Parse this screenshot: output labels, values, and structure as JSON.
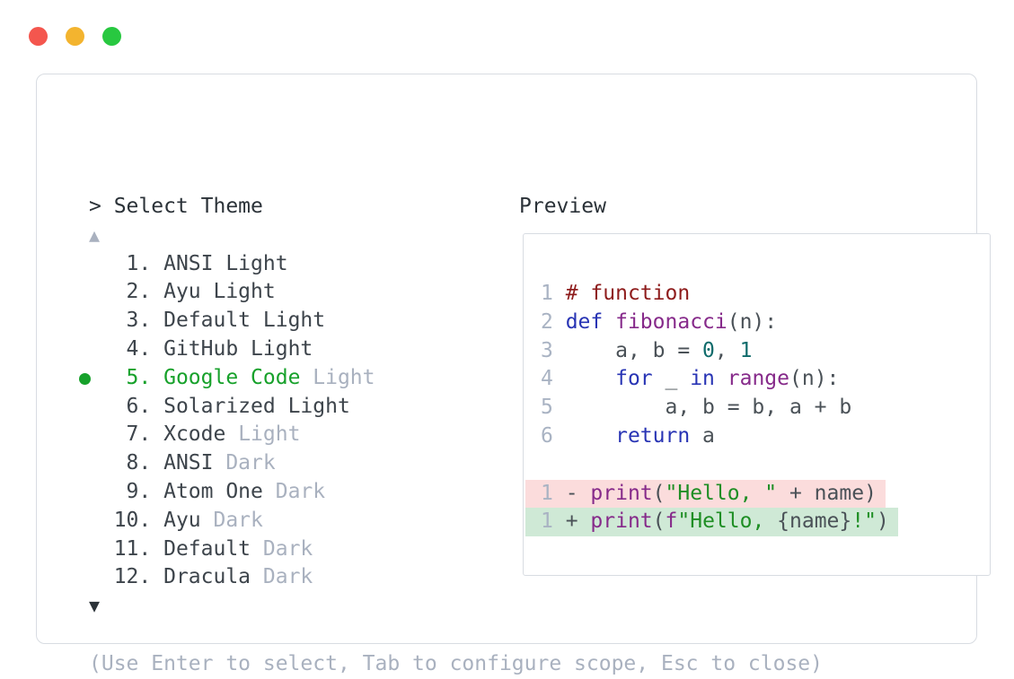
{
  "window": {
    "controls": [
      {
        "name": "close",
        "color_key": "traffic_red"
      },
      {
        "name": "minimize",
        "color_key": "traffic_yellow"
      },
      {
        "name": "zoom",
        "color_key": "traffic_green"
      }
    ]
  },
  "picker": {
    "prompt": "> Select Theme",
    "scroll_up_indicator": "▲",
    "scroll_down_indicator": "▼",
    "items": [
      {
        "number": "1",
        "text": "ANSI",
        "variant": "Light",
        "variant_dimmed": false,
        "selected": false
      },
      {
        "number": "2",
        "text": "Ayu",
        "variant": "Light",
        "variant_dimmed": false,
        "selected": false
      },
      {
        "number": "3",
        "text": "Default",
        "variant": "Light",
        "variant_dimmed": false,
        "selected": false
      },
      {
        "number": "4",
        "text": "GitHub",
        "variant": "Light",
        "variant_dimmed": false,
        "selected": false
      },
      {
        "number": "5",
        "text": "Google Code",
        "variant": "Light",
        "variant_dimmed": true,
        "selected": true
      },
      {
        "number": "6",
        "text": "Solarized",
        "variant": "Light",
        "variant_dimmed": false,
        "selected": false
      },
      {
        "number": "7",
        "text": "Xcode",
        "variant": "Light",
        "variant_dimmed": true,
        "selected": false
      },
      {
        "number": "8",
        "text": "ANSI",
        "variant": "Dark",
        "variant_dimmed": true,
        "selected": false
      },
      {
        "number": "9",
        "text": "Atom One",
        "variant": "Dark",
        "variant_dimmed": true,
        "selected": false
      },
      {
        "number": "10",
        "text": "Ayu",
        "variant": "Dark",
        "variant_dimmed": true,
        "selected": false
      },
      {
        "number": "11",
        "text": "Default",
        "variant": "Dark",
        "variant_dimmed": true,
        "selected": false
      },
      {
        "number": "12",
        "text": "Dracula",
        "variant": "Dark",
        "variant_dimmed": true,
        "selected": false
      }
    ],
    "help": "(Use Enter to select, Tab to configure scope, Esc to close)"
  },
  "preview": {
    "label": "Preview",
    "code_lines": [
      {
        "num": "1",
        "bg": "none",
        "tokens": [
          [
            "# function",
            "com"
          ]
        ]
      },
      {
        "num": "2",
        "bg": "none",
        "tokens": [
          [
            "def",
            "kw"
          ],
          [
            " ",
            "plain"
          ],
          [
            "fibonacci",
            "fn"
          ],
          [
            "(n):",
            "plain"
          ]
        ]
      },
      {
        "num": "3",
        "bg": "none",
        "tokens": [
          [
            "    a, b = ",
            "plain"
          ],
          [
            "0",
            "num"
          ],
          [
            ", ",
            "plain"
          ],
          [
            "1",
            "num"
          ]
        ]
      },
      {
        "num": "4",
        "bg": "none",
        "tokens": [
          [
            "    ",
            "plain"
          ],
          [
            "for",
            "kw"
          ],
          [
            " _ ",
            "plain"
          ],
          [
            "in",
            "kw"
          ],
          [
            " ",
            "plain"
          ],
          [
            "range",
            "fn"
          ],
          [
            "(n):",
            "plain"
          ]
        ]
      },
      {
        "num": "5",
        "bg": "none",
        "tokens": [
          [
            "        a, b = b, a + b",
            "plain"
          ]
        ]
      },
      {
        "num": "6",
        "bg": "none",
        "tokens": [
          [
            "    ",
            "plain"
          ],
          [
            "return",
            "kw"
          ],
          [
            " a",
            "plain"
          ]
        ]
      },
      {
        "num": "",
        "bg": "none",
        "tokens": []
      },
      {
        "num": "1",
        "bg": "del",
        "tokens": [
          [
            "- ",
            "plain"
          ],
          [
            "print",
            "fn"
          ],
          [
            "(",
            "plain"
          ],
          [
            "\"Hello, \"",
            "str"
          ],
          [
            " + name)",
            "plain"
          ]
        ]
      },
      {
        "num": "1",
        "bg": "add",
        "tokens": [
          [
            "+ ",
            "plain"
          ],
          [
            "print",
            "fn"
          ],
          [
            "(",
            "plain"
          ],
          [
            "f",
            "fn"
          ],
          [
            "\"Hello, ",
            "str"
          ],
          [
            "{name}",
            "plain"
          ],
          [
            "!\"",
            "str"
          ],
          [
            ")",
            "plain"
          ]
        ]
      }
    ]
  },
  "colors": {
    "traffic_red": "#f4564e",
    "traffic_yellow": "#f3b42f",
    "traffic_green": "#28c840",
    "panel_border": "#d8dce2",
    "text_dark": "#2b3238",
    "text_item": "#3d444b",
    "dim": "#a9b1bf",
    "selected_green": "#17a12b",
    "line_number": "#a9b3c3",
    "code_plain": "#4a5157",
    "code_keyword": "#2834b4",
    "code_function": "#862a8a",
    "code_string": "#1e8e24",
    "code_number": "#0f6b6b",
    "code_comment": "#8e1c1c",
    "diff_del_bg": "#fbdcdc",
    "diff_add_bg": "#cfe9d6"
  }
}
